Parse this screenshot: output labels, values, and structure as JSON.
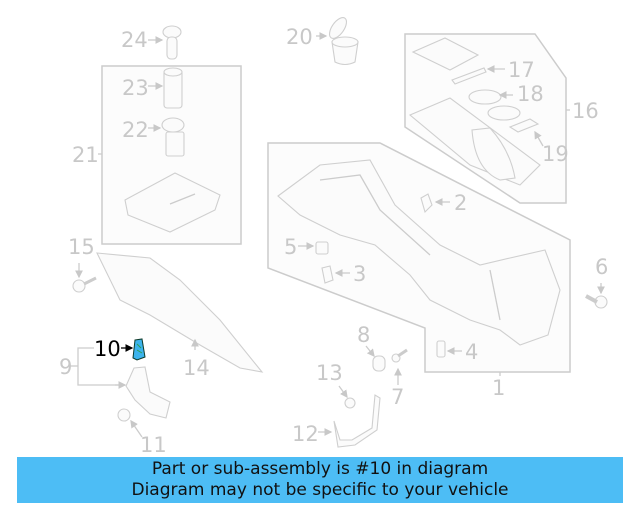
{
  "diagram": {
    "highlighted_part": "10",
    "highlight_color": "#3cb4ec",
    "callouts": [
      {
        "id": "1",
        "label": "1"
      },
      {
        "id": "2",
        "label": "2"
      },
      {
        "id": "3",
        "label": "3"
      },
      {
        "id": "4",
        "label": "4"
      },
      {
        "id": "5",
        "label": "5"
      },
      {
        "id": "6",
        "label": "6"
      },
      {
        "id": "7",
        "label": "7"
      },
      {
        "id": "8",
        "label": "8"
      },
      {
        "id": "9",
        "label": "9"
      },
      {
        "id": "10",
        "label": "10"
      },
      {
        "id": "11",
        "label": "11"
      },
      {
        "id": "12",
        "label": "12"
      },
      {
        "id": "13",
        "label": "13"
      },
      {
        "id": "14",
        "label": "14"
      },
      {
        "id": "15",
        "label": "15"
      },
      {
        "id": "16",
        "label": "16"
      },
      {
        "id": "17",
        "label": "17"
      },
      {
        "id": "18",
        "label": "18"
      },
      {
        "id": "19",
        "label": "19"
      },
      {
        "id": "20",
        "label": "20"
      },
      {
        "id": "21",
        "label": "21"
      },
      {
        "id": "22",
        "label": "22"
      },
      {
        "id": "23",
        "label": "23"
      },
      {
        "id": "24",
        "label": "24"
      }
    ]
  },
  "banner": {
    "line1": "Part or sub-assembly is #10 in diagram",
    "line2": "Diagram may not be specific to your vehicle",
    "background": "#4dbdf5"
  }
}
